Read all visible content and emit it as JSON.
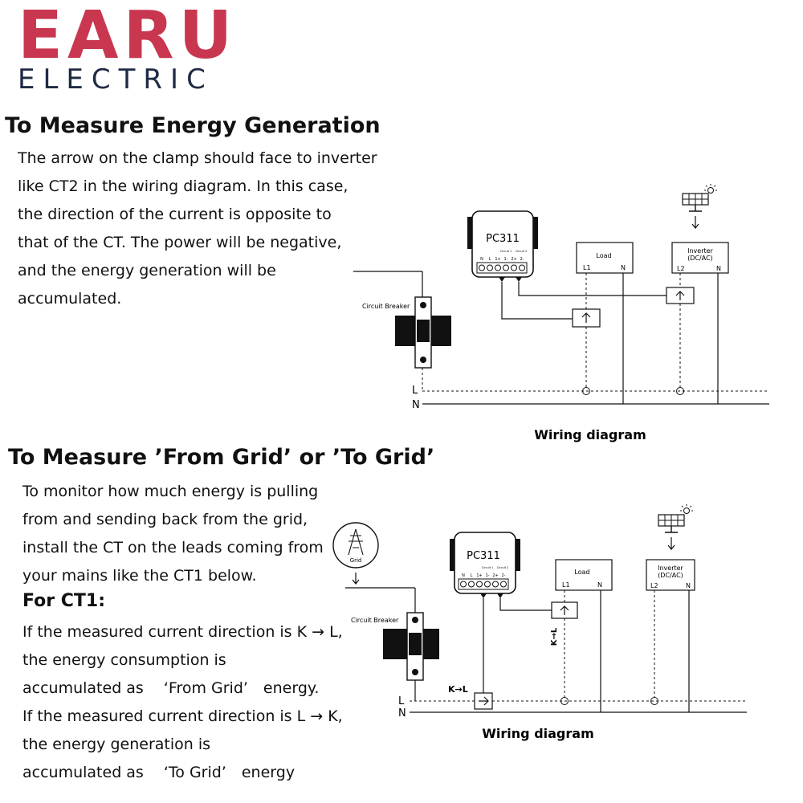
{
  "brand": {
    "name": "EARU",
    "subname": "ELECTRIC",
    "color": "#c8374f",
    "subcolor": "#1f2a44"
  },
  "section1": {
    "title": "To Measure Energy Generation",
    "lines": [
      "The arrow on the clamp should face to inverter",
      "like CT2 in the wiring diagram. In this case,",
      "the direction of the current is opposite to",
      "that of the CT. The power will be negative,",
      "and the energy generation will be",
      "accumulated."
    ]
  },
  "section2": {
    "title": "To Measure ’From Grid’ or ’To Grid’",
    "lines": [
      "To monitor how much energy is pulling",
      "from and sending back from the grid,",
      "install the CT on the leads coming from",
      "your mains like the CT1 below."
    ],
    "subheading": "For CT1:",
    "rules": [
      "If the measured current direction is K → L,",
      "the energy consumption is",
      "accumulated as 　‘From Grid’　energy.",
      "If the measured current direction is L → K,",
      "the energy generation is",
      "accumulated as 　‘To Grid’　energy"
    ]
  },
  "diagram1": {
    "device": "PC311",
    "terminals": [
      "N",
      "L",
      "1+",
      "1-",
      "2+",
      "2-"
    ],
    "circuit1": "Circuit 1",
    "circuit2": "Circuit 2",
    "load": "Load",
    "load_l": "L1",
    "load_n": "N",
    "inverter1": "Inverter",
    "inverter2": "(DC/AC)",
    "inv_l": "L2",
    "inv_n": "N",
    "breaker": "Circuit Breaker",
    "line_l": "L",
    "line_n": "N",
    "caption": "Wiring diagram"
  },
  "diagram2": {
    "device": "PC311",
    "terminals": [
      "N",
      "L",
      "1+",
      "1-",
      "2+",
      "2-"
    ],
    "circuit1": "Circuit 1",
    "circuit2": "Circuit 2",
    "load": "Load",
    "load_l": "L1",
    "load_n": "N",
    "inverter1": "Inverter",
    "inverter2": "(DC/AC)",
    "inv_l": "L2",
    "inv_n": "N",
    "breaker": "Circuit Breaker",
    "grid": "Grid",
    "kl_horizontal": "K→L",
    "kl_vertical": "K→L",
    "line_l": "L",
    "line_n": "N",
    "caption": "Wiring diagram"
  }
}
